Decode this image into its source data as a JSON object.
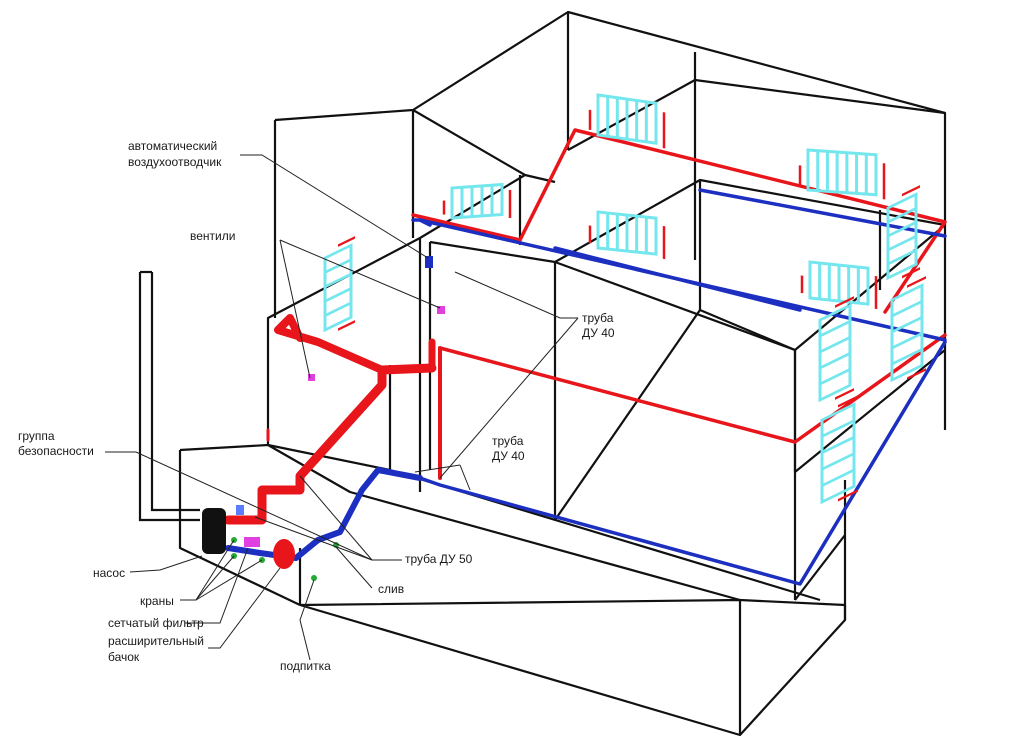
{
  "labels": {
    "air_vent_line1": "автоматический",
    "air_vent_line2": "воздухоотводчик",
    "valves": "вентили",
    "pipe40_a_line1": "труба",
    "pipe40_a_line2": "ДУ 40",
    "pipe40_b_line1": "труба",
    "pipe40_b_line2": "ДУ 40",
    "safety_line1": "группа",
    "safety_line2": "безопасности",
    "pipe50": "труба ДУ 50",
    "drain": "слив",
    "pump": "насос",
    "taps": "краны",
    "filter": "сетчатый фильтр",
    "tank_line1": "расширительный",
    "tank_line2": "бачок",
    "makeup": "подпитка"
  },
  "colors": {
    "outline": "#111111",
    "supply_pipe": "#e8151b",
    "return_pipe": "#1c2fc0",
    "radiator": "#74e6ee",
    "valve": "#e040e0",
    "leader": "#222222"
  }
}
